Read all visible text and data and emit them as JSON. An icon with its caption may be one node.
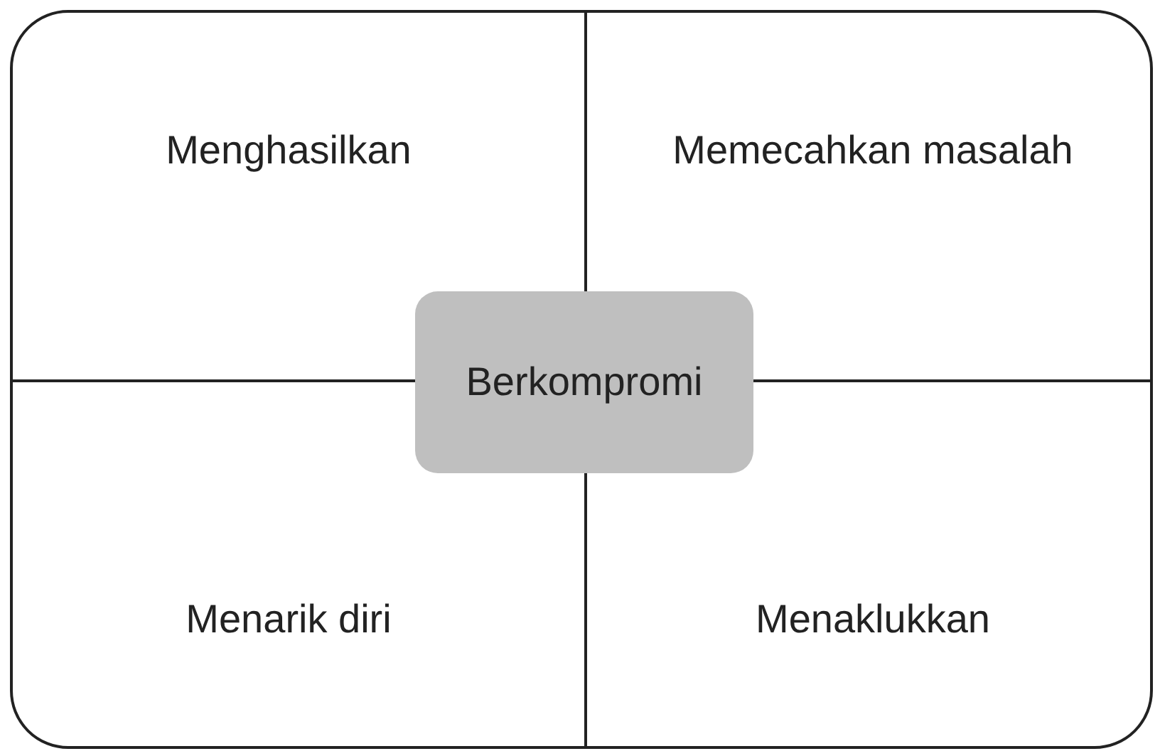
{
  "diagram": {
    "nodes": [
      {
        "text": [
          "Berkompromi"
        ]
      }
    ],
    "labels": [
      "Menghasilkan",
      "Memecahkan masalah",
      "Menarik diri",
      "Menaklukkan"
    ]
  }
}
